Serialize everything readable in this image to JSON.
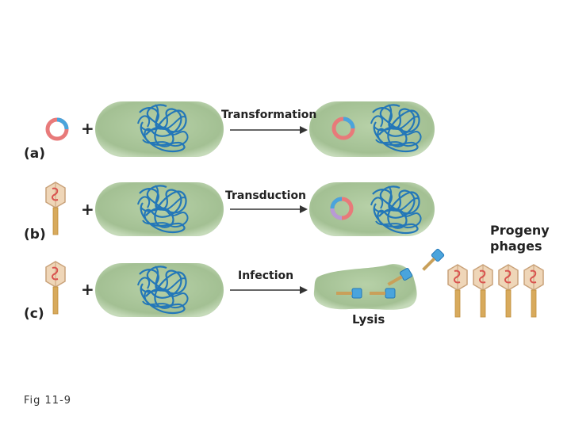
{
  "labels": {
    "row_a": "(a)",
    "row_b": "(b)",
    "row_c": "(c)",
    "plus": "+",
    "transformation": "Transformation",
    "transduction": "Transduction",
    "infection": "Infection",
    "lysis": "Lysis",
    "progeny_line1": "Progeny",
    "progeny_line2": "phages",
    "caption": "Fig 11-9"
  },
  "colors": {
    "cell_fill": "#a9c59a",
    "cell_edge": "#c6dbbb",
    "dna": "#2377b8",
    "plasmid_red": "#e87a7a",
    "plasmid_blue": "#4aa4dc",
    "phage_head": "#e9c9a4",
    "phage_tail": "#d8aa5c",
    "phage_dna": "#d9534f",
    "arrow": "#333333"
  }
}
